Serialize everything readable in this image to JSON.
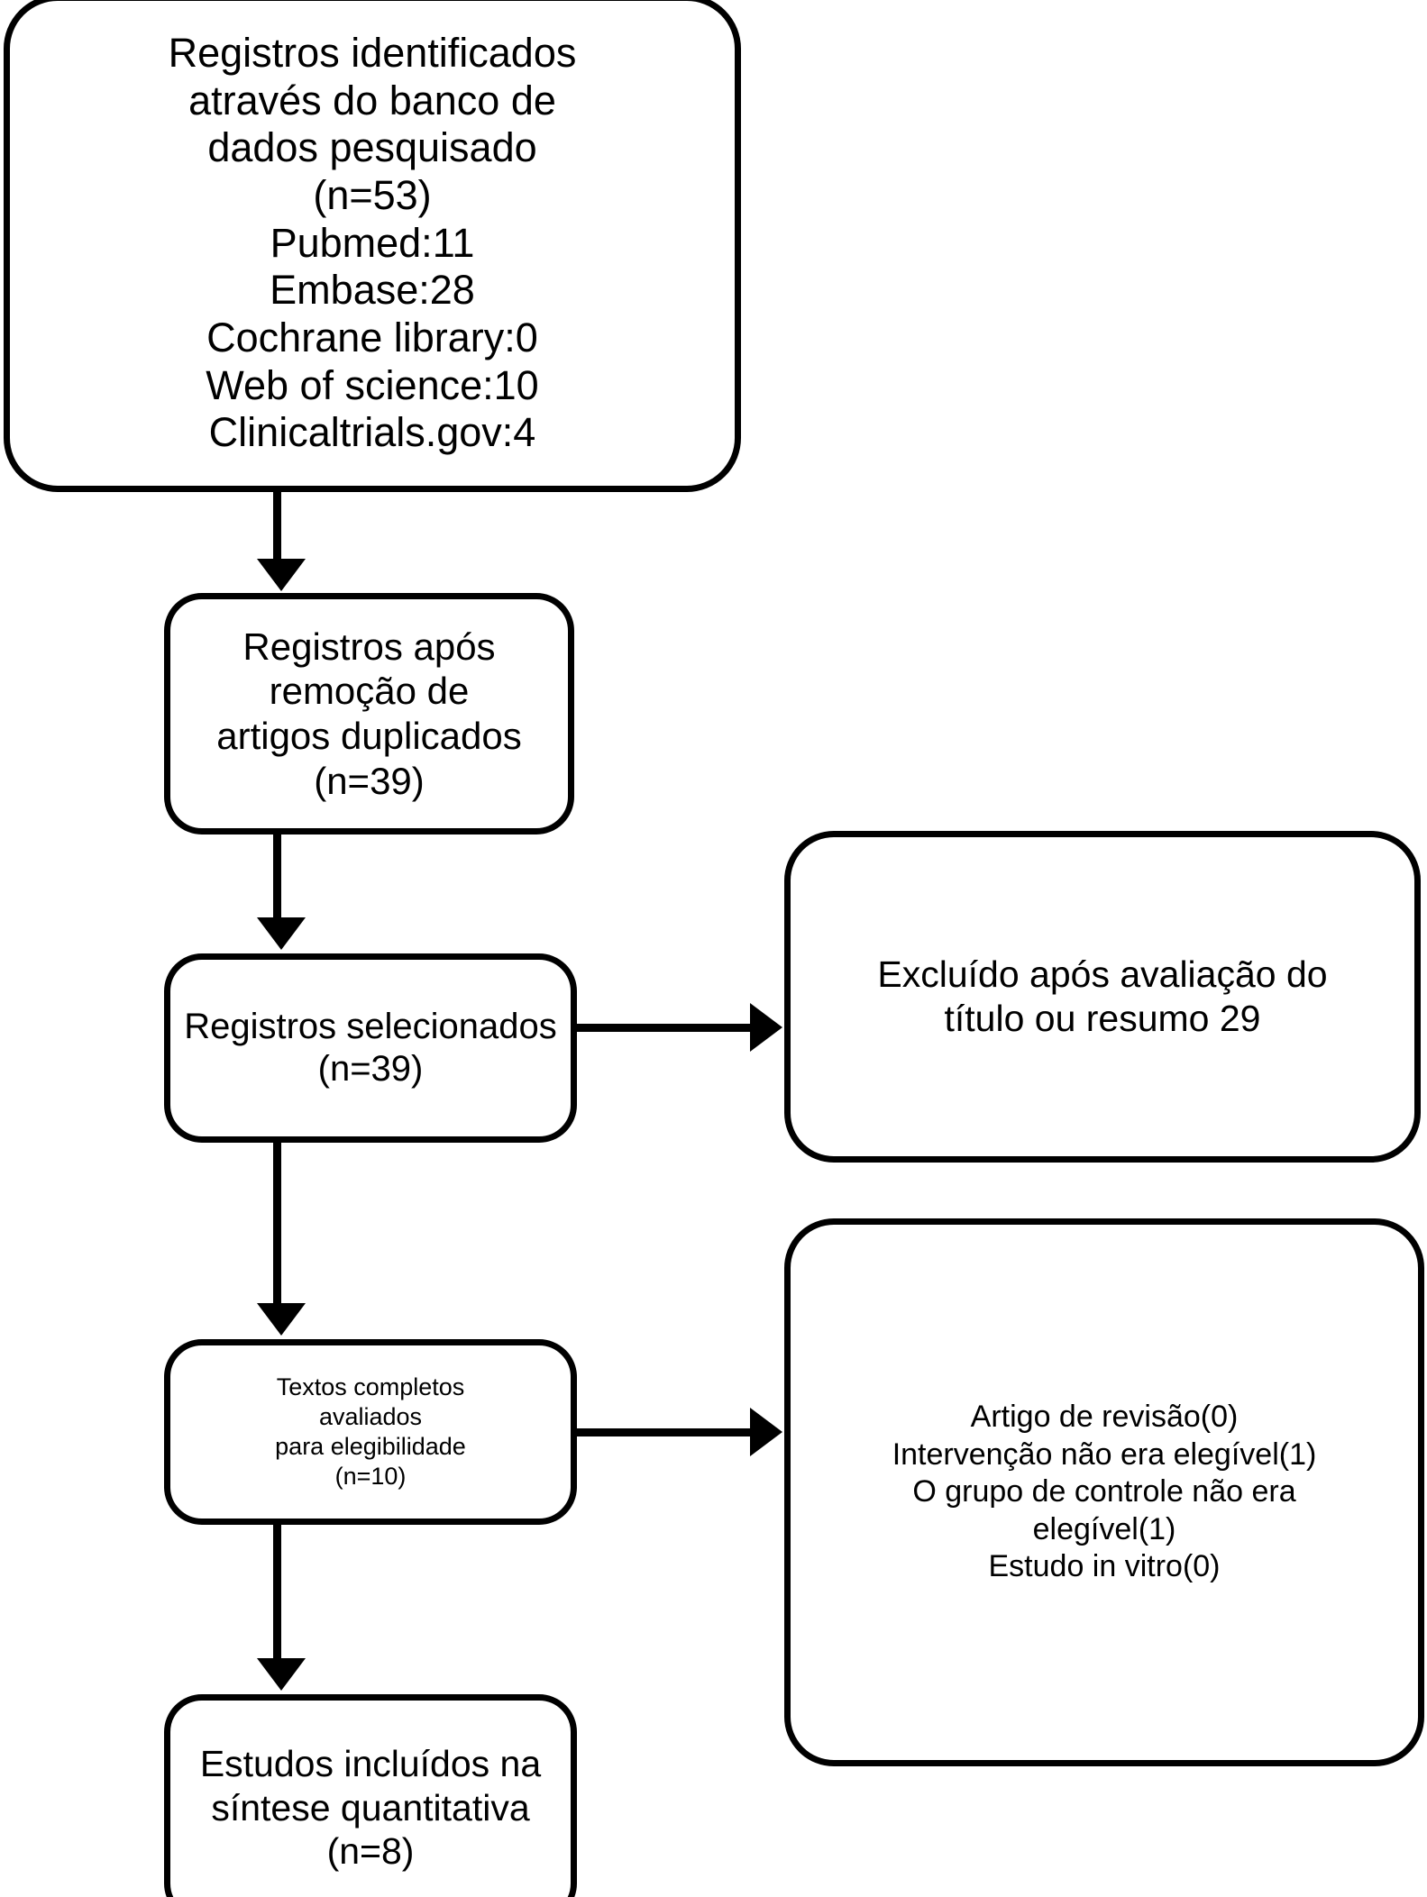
{
  "diagram": {
    "type": "prisma-flow-diagram",
    "language": "pt-BR",
    "stroke_color": "#000000",
    "background_color": "#ffffff",
    "nodes": {
      "identified": {
        "label": "Registros identificados\natravés do banco de\ndados pesquisado\n(n=53)\nPubmed:11\nEmbase:28\nCochrane library:0\nWeb of science:10\nClinicaltrials.gov:4",
        "count": 53,
        "sources": [
          {
            "name": "Pubmed",
            "value": 11
          },
          {
            "name": "Embase",
            "value": 28
          },
          {
            "name": "Cochrane library",
            "value": 0
          },
          {
            "name": "Web of science",
            "value": 10
          },
          {
            "name": "Clinicaltrials.gov",
            "value": 4
          }
        ]
      },
      "dedup": {
        "label": "Registros após\nremoção de\nartigos duplicados\n(n=39)",
        "count": 39
      },
      "screened": {
        "label": "Registros selecionados\n(n=39)",
        "count": 39
      },
      "fulltext": {
        "label": "Textos completos\navaliados\npara elegibilidade\n(n=10)",
        "count": 10
      },
      "included": {
        "label": "Estudos incluídos na\nsíntese quantitativa\n(n=8)",
        "count": 8
      },
      "excluded_title": {
        "label": "Excluído após avaliação do\ntítulo ou resumo 29",
        "count": 29
      },
      "excluded_fulltext": {
        "label": "Artigo de revisão(0)\nIntervenção não era elegível(1)\nO grupo de controle não era\nelegível(1)\nEstudo in vitro(0)",
        "reasons": [
          {
            "name": "Artigo de revisão",
            "value": 0
          },
          {
            "name": "Intervenção não era elegível",
            "value": 1
          },
          {
            "name": "O grupo de controle não era elegível",
            "value": 1
          },
          {
            "name": "Estudo in vitro",
            "value": 0
          }
        ]
      }
    },
    "edges": [
      {
        "from": "identified",
        "to": "dedup",
        "direction": "down"
      },
      {
        "from": "dedup",
        "to": "screened",
        "direction": "down"
      },
      {
        "from": "screened",
        "to": "fulltext",
        "direction": "down"
      },
      {
        "from": "fulltext",
        "to": "included",
        "direction": "down"
      },
      {
        "from": "screened",
        "to": "excluded_title",
        "direction": "right"
      },
      {
        "from": "fulltext",
        "to": "excluded_fulltext",
        "direction": "right"
      }
    ]
  }
}
